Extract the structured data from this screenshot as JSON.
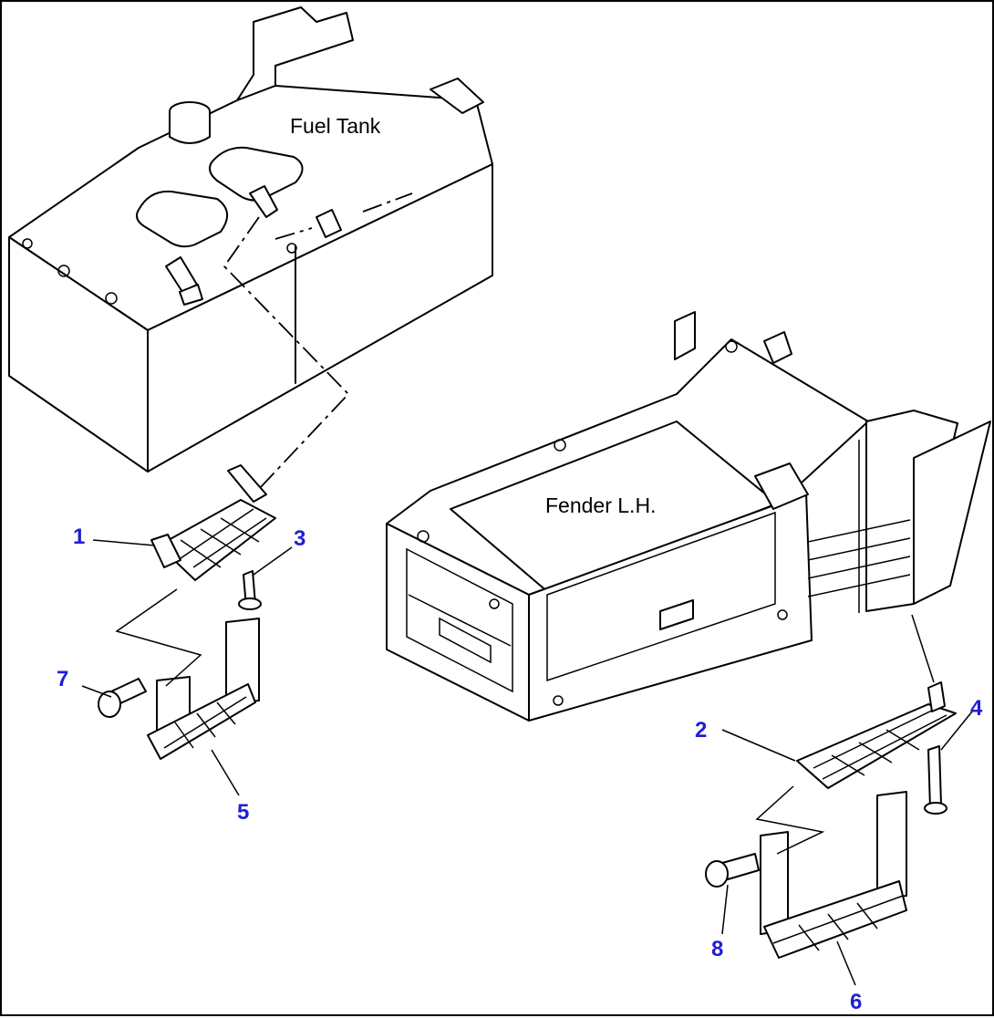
{
  "labels": {
    "fuel_tank": "Fuel Tank",
    "fender": "Fender L.H."
  },
  "callouts": [
    "1",
    "2",
    "3",
    "4",
    "5",
    "6",
    "7",
    "8"
  ],
  "colors": {
    "callout": "#1f1fd6",
    "line": "#000000",
    "background": "#ffffff"
  }
}
